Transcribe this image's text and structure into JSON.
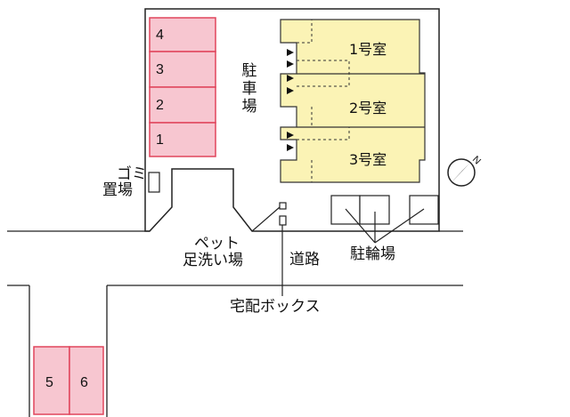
{
  "parking": {
    "label_chars": [
      "駐",
      "車",
      "場"
    ],
    "slots": [
      "4",
      "3",
      "2",
      "1",
      "5",
      "6"
    ]
  },
  "units": [
    "1号室",
    "2号室",
    "3号室"
  ],
  "labels": {
    "garbage_line1": "ゴミ",
    "garbage_line2": "置場",
    "pet_line1": "ペット",
    "pet_line2": "足洗い場",
    "road": "道路",
    "bike_parking": "駐輪場",
    "delivery_box": "宅配ボックス"
  },
  "compass": {
    "north_label": "N"
  },
  "colors": {
    "parking_fill": "#f7c6d0",
    "parking_stroke": "#e0455c",
    "building_fill": "#fbf3b5",
    "line": "#222222"
  }
}
